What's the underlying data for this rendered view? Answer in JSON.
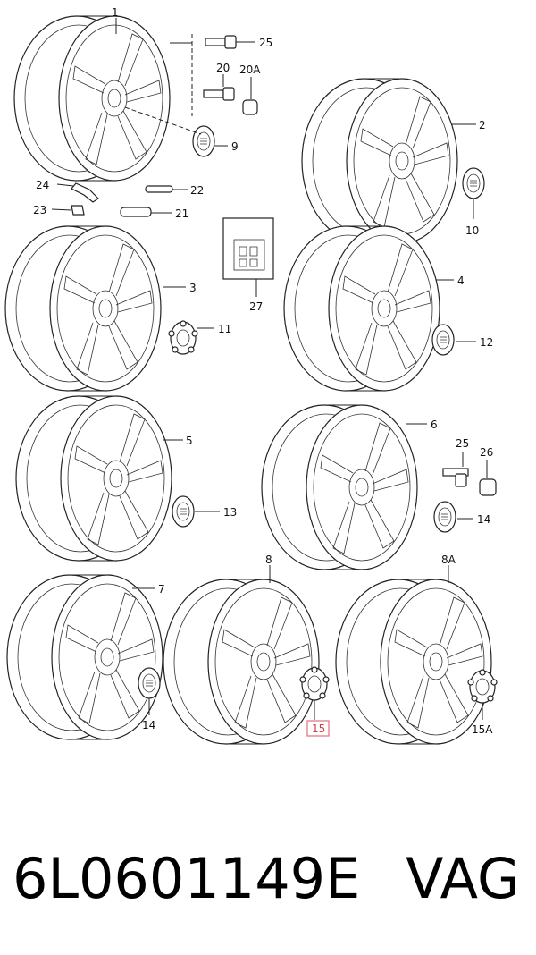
{
  "callouts": {
    "c1": "1",
    "c2": "2",
    "c3": "3",
    "c4": "4",
    "c5": "5",
    "c6": "6",
    "c7": "7",
    "c8": "8",
    "c8A": "8A",
    "c9": "9",
    "c10": "10",
    "c11": "11",
    "c12": "12",
    "c13": "13",
    "c14a": "14",
    "c14b": "14",
    "c15": "15",
    "c15A": "15A",
    "c20": "20",
    "c20A": "20A",
    "c21": "21",
    "c22": "22",
    "c23": "23",
    "c24": "24",
    "c25a": "25",
    "c25b": "25",
    "c26": "26",
    "c27": "27"
  },
  "footer": {
    "part_number": "6L0601149E",
    "brand": "VAG"
  },
  "colors": {
    "line": "#222222",
    "highlight": "#e0707a"
  }
}
